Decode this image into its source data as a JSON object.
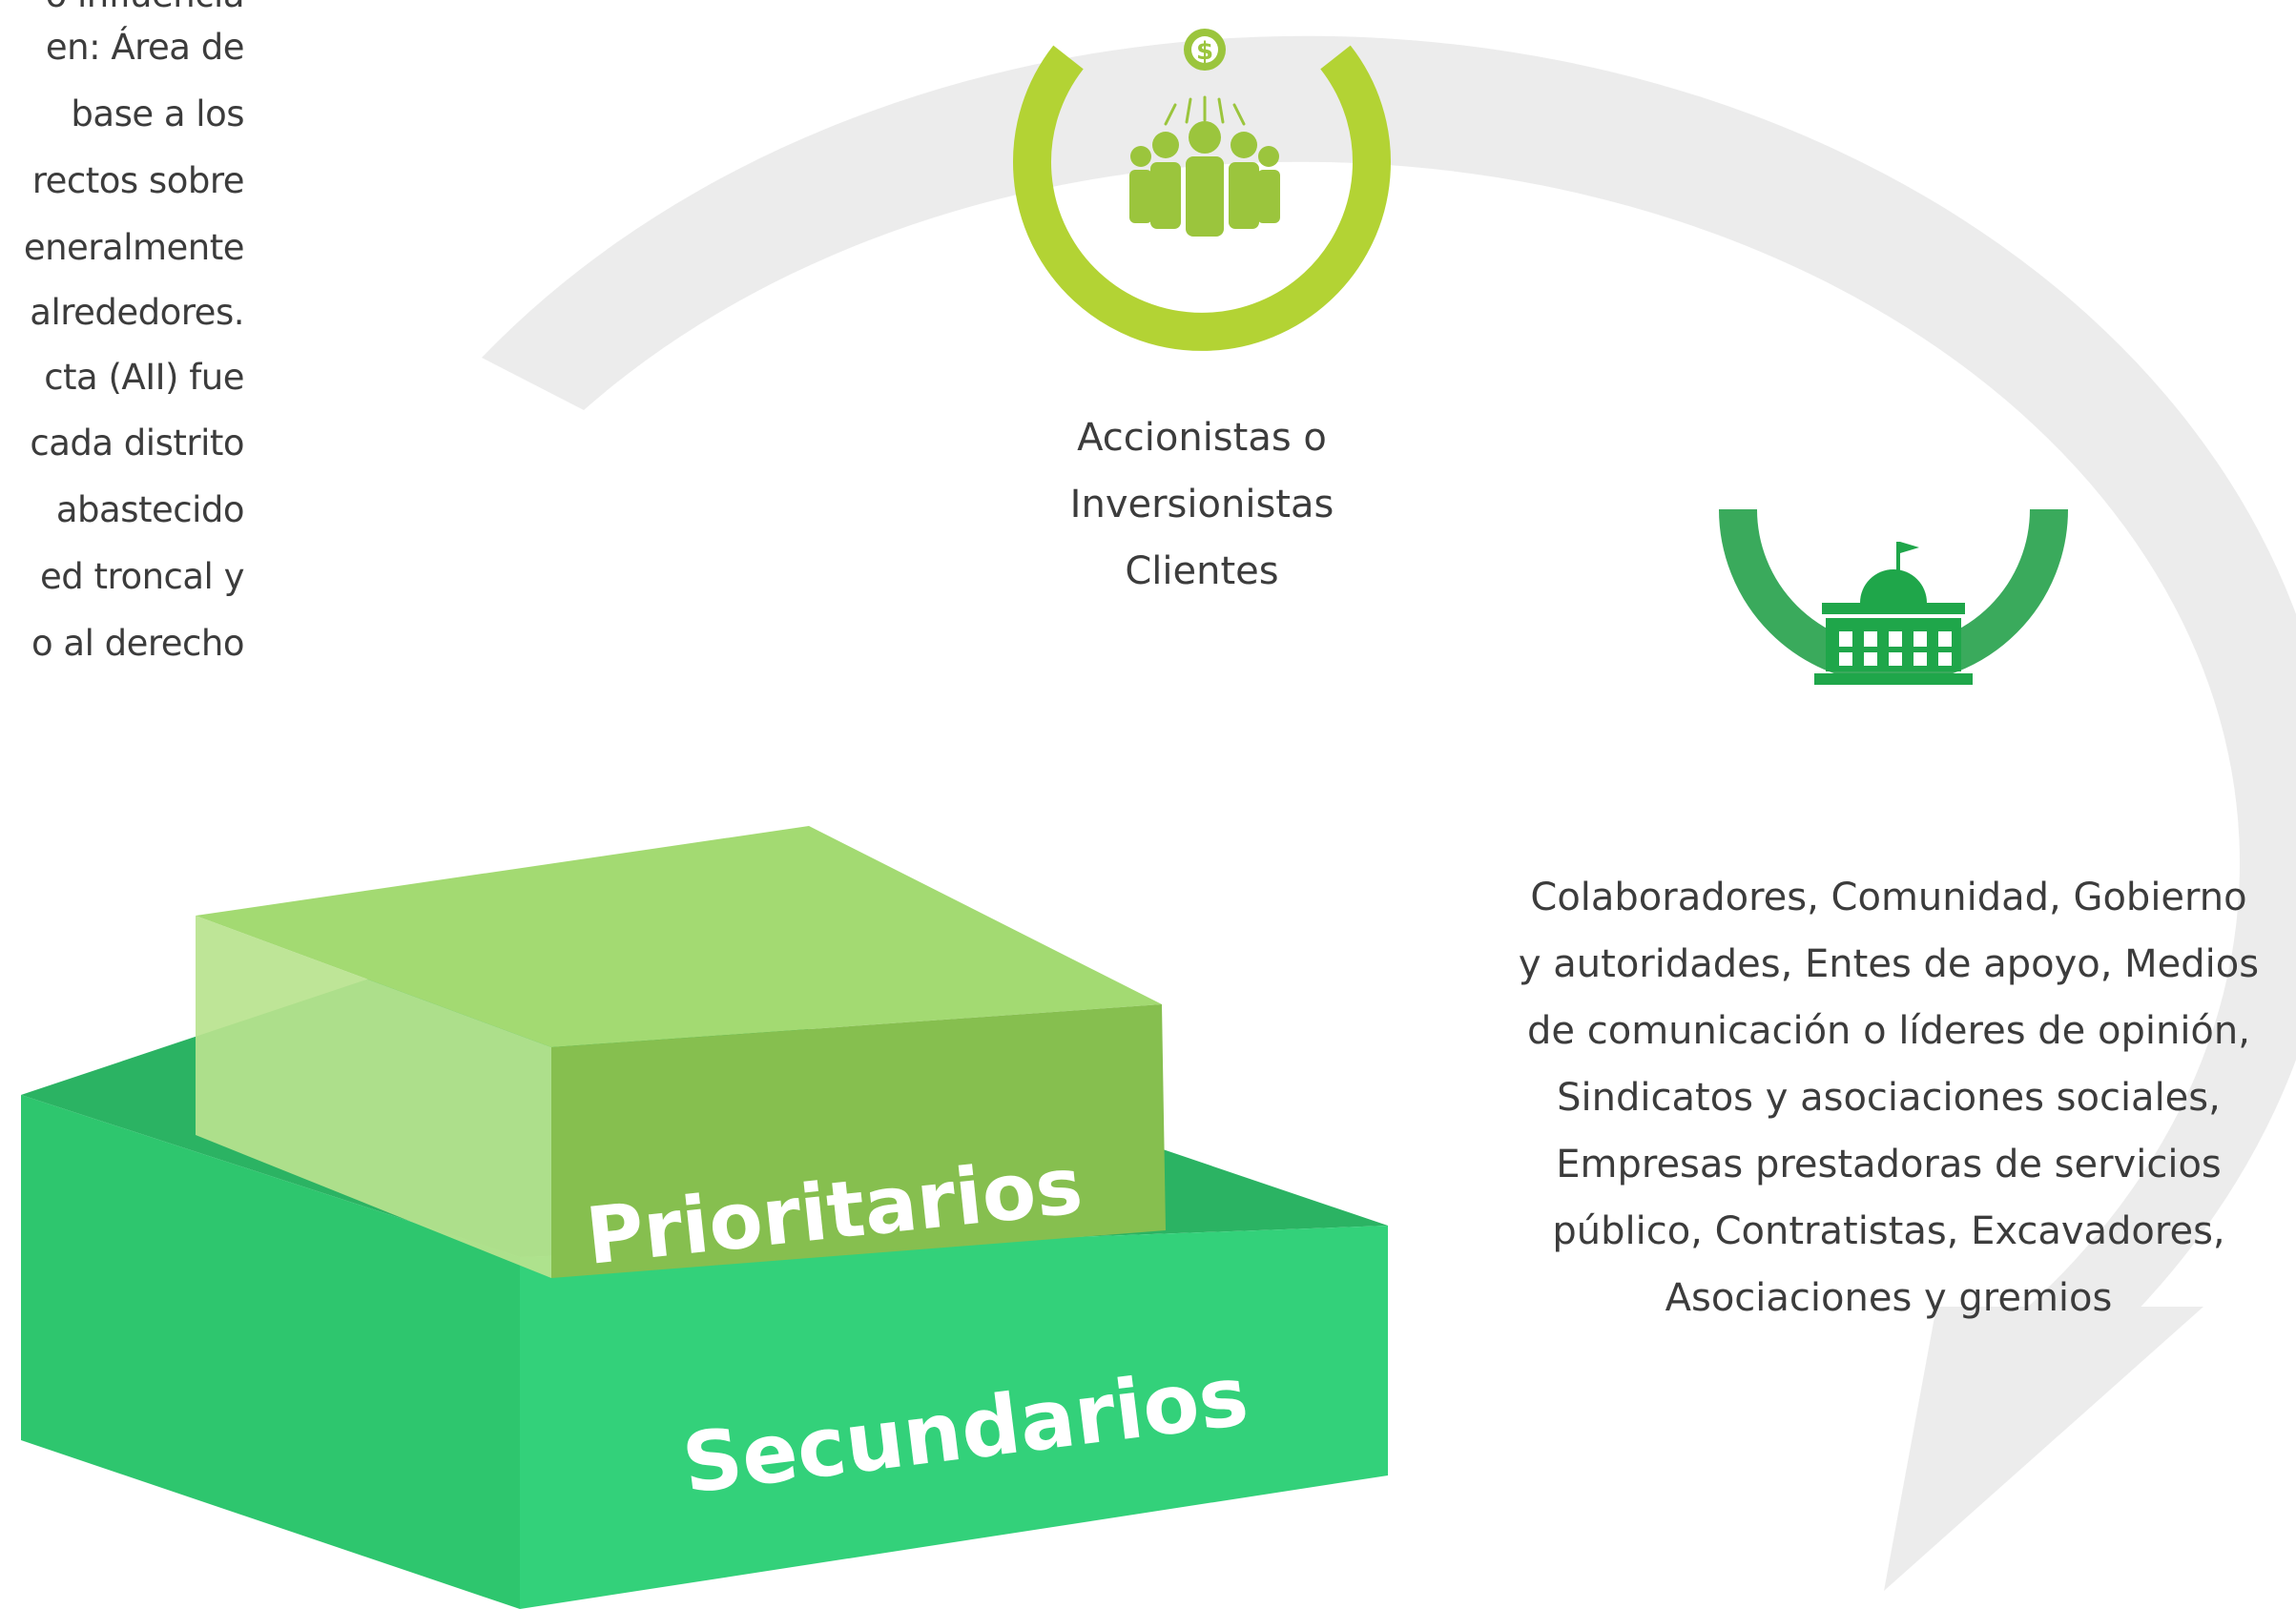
{
  "intro_text": {
    "lines": [
      "o influencia",
      "en: Área de",
      "base a los",
      "rectos sobre",
      "eneralmente",
      "alrededores.",
      "cta (AII) fue",
      "cada distrito",
      "abastecido",
      "ed troncal y",
      "o al derecho"
    ]
  },
  "top_node": {
    "icon": "investor-group-icon",
    "lines": [
      "Accionistas o",
      "Inversionistas",
      "Clientes"
    ]
  },
  "right_node": {
    "icon": "government-building-icon",
    "lines": [
      "Colaboradores, Comunidad, Gobierno",
      "y autoridades, Entes de apoyo, Medios",
      "de comunicación o líderes de opinión,",
      "Sindicatos y asociaciones sociales,",
      "Empresas prestadoras de servicios",
      "público, Contratistas, Excavadores,",
      "Asociaciones y gremios"
    ]
  },
  "blocks": {
    "top_label": "Prioritarios",
    "bottom_label": "Secundarios"
  },
  "colors": {
    "arc_gray": "#ececec",
    "ring_lime": "#b3d334",
    "icon_lime": "#9bc53d",
    "ring_green": "#3aaa5c",
    "icon_green": "#1fa64a",
    "block_bottom": "#33d17a",
    "block_bottom_top": "#2bb363",
    "block_top": "#9bd66a",
    "text": "#3c3c3c"
  }
}
